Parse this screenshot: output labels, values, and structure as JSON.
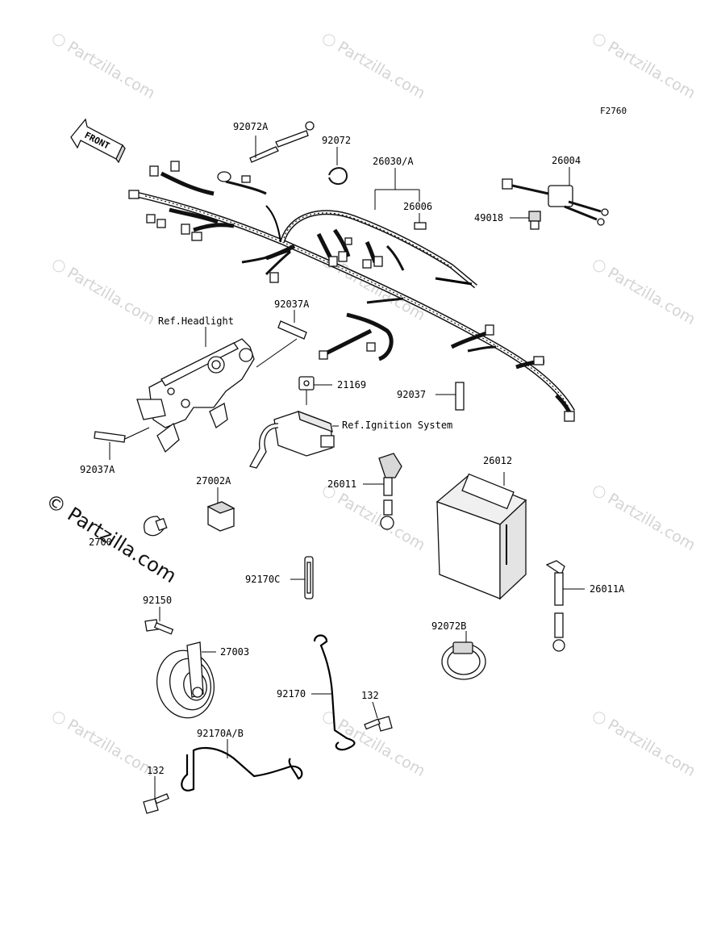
{
  "figure_code": "F2760",
  "direction_marker": "FRONT",
  "watermark": {
    "text": "Partzilla.com",
    "prominent": "© Partzilla.com"
  },
  "callouts": [
    {
      "id": "92072A",
      "text": "92072A"
    },
    {
      "id": "92072",
      "text": "92072"
    },
    {
      "id": "26030A",
      "text": "26030/A"
    },
    {
      "id": "26006",
      "text": "26006"
    },
    {
      "id": "26004",
      "text": "26004"
    },
    {
      "id": "49018",
      "text": "49018"
    },
    {
      "id": "ref-headlight",
      "text": "Ref.Headlight"
    },
    {
      "id": "92037A-top",
      "text": "92037A"
    },
    {
      "id": "21169",
      "text": "21169"
    },
    {
      "id": "92037",
      "text": "92037"
    },
    {
      "id": "ref-ignition",
      "text": "Ref.Ignition System"
    },
    {
      "id": "92037A-bottom",
      "text": "92037A"
    },
    {
      "id": "27002A",
      "text": "27002A"
    },
    {
      "id": "26011",
      "text": "26011"
    },
    {
      "id": "26012",
      "text": "26012"
    },
    {
      "id": "27002-partial",
      "text": "2700"
    },
    {
      "id": "92170C",
      "text": "92170C"
    },
    {
      "id": "26011A",
      "text": "26011A"
    },
    {
      "id": "92150",
      "text": "92150"
    },
    {
      "id": "27003",
      "text": "27003"
    },
    {
      "id": "92072B",
      "text": "92072B"
    },
    {
      "id": "92170",
      "text": "92170"
    },
    {
      "id": "132-right",
      "text": "132"
    },
    {
      "id": "92170AB",
      "text": "92170A/B"
    },
    {
      "id": "132-left",
      "text": "132"
    }
  ]
}
